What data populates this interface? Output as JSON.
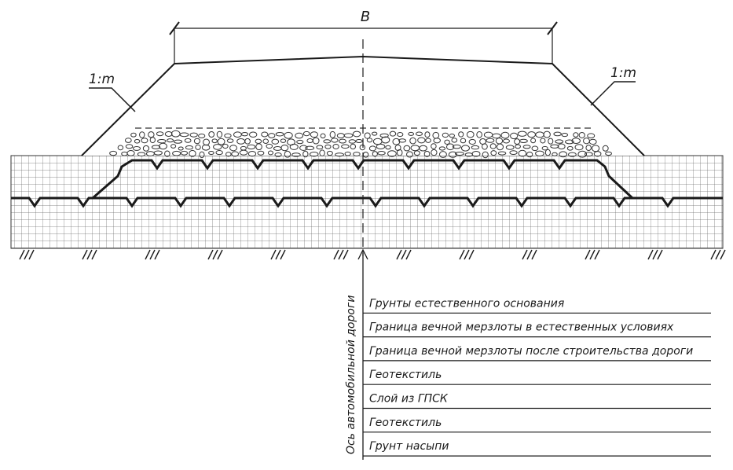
{
  "dimension_label": "B",
  "slope_left_label": "1:m",
  "slope_right_label": "1:m",
  "axis_label": "Ось автомобильной дороги",
  "legend": [
    "Грунты естественного основания",
    "Граница вечной мерзлоты в естественных условиях",
    "Граница вечной мерзлоты после строительства дороги",
    "Геотекстиль",
    "Слой из ГПСК",
    "Геотекстиль",
    "Грунт насыпи"
  ]
}
